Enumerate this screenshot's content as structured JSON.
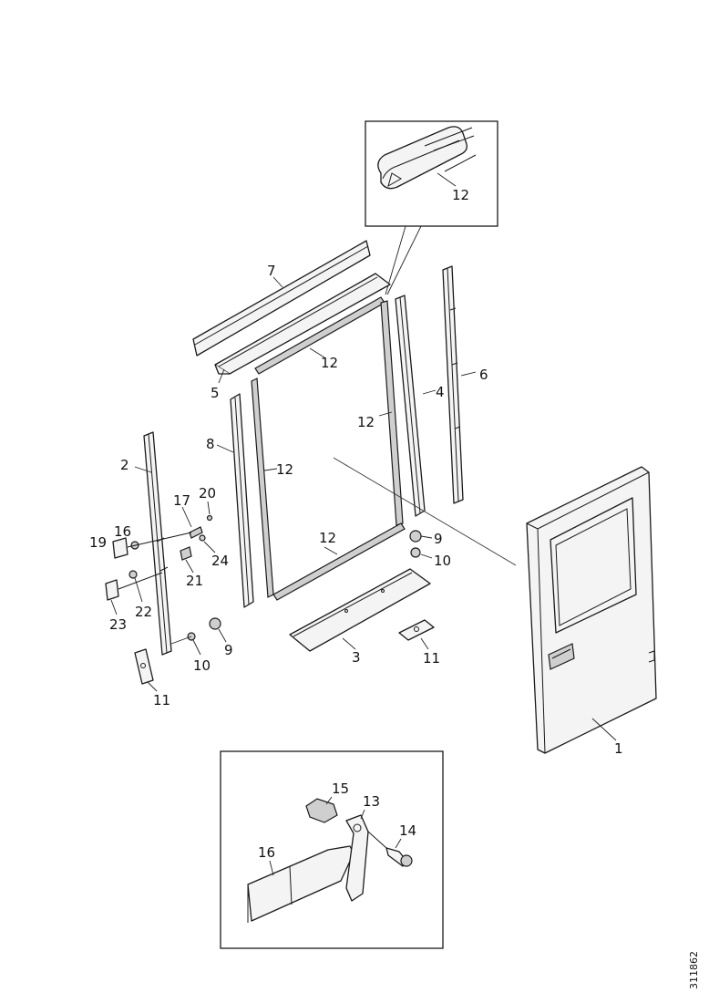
{
  "drawing_number": "311862",
  "callouts": {
    "c1": "1",
    "c2": "2",
    "c3": "3",
    "c4": "4",
    "c5": "5",
    "c6": "6",
    "c7": "7",
    "c8": "8",
    "c9": "9",
    "c9b": "9",
    "c10": "10",
    "c10b": "10",
    "c11": "11",
    "c11b": "11",
    "c12": "12",
    "c12b": "12",
    "c12c": "12",
    "c12d": "12",
    "c12e": "12",
    "c13": "13",
    "c14": "14",
    "c15": "15",
    "c16": "16",
    "c16b": "16",
    "c17": "17",
    "c19": "19",
    "c20": "20",
    "c21": "21",
    "c22": "22",
    "c23": "23",
    "c24": "24"
  }
}
